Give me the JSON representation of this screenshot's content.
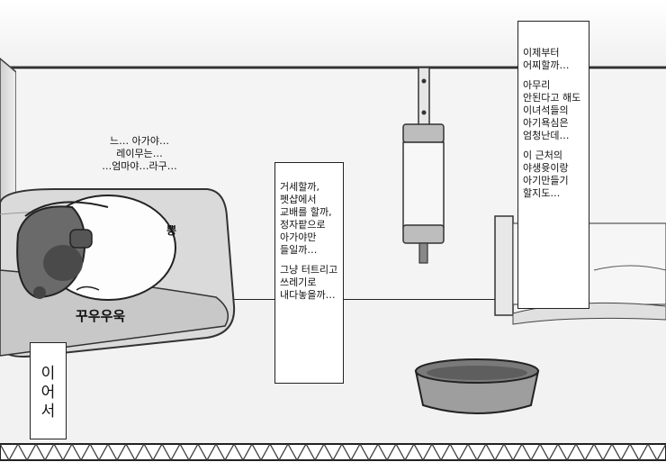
{
  "panel": {
    "mutter": "느… 아가야…\n레이무는…\n…엄마야…라구…",
    "snore_sfx": "꾸우우욱",
    "pop_sfx": "뽕",
    "center_caption": [
      "거세할까,\n펫샵에서\n교배를 할까,\n정자팥으로\n아가야만\n들일까…",
      "그냥 터트리고\n쓰레기로\n내다놓을까…"
    ],
    "right_caption": [
      "이제부터\n어찌할까…",
      "아무리\n안된다고 해도\n이녀석들의\n아기욕심은\n엄청난데…",
      "이 근처의\n야생윳이랑\n아기만들기\n할지도…"
    ],
    "continued": [
      "이",
      "어",
      "서"
    ]
  }
}
